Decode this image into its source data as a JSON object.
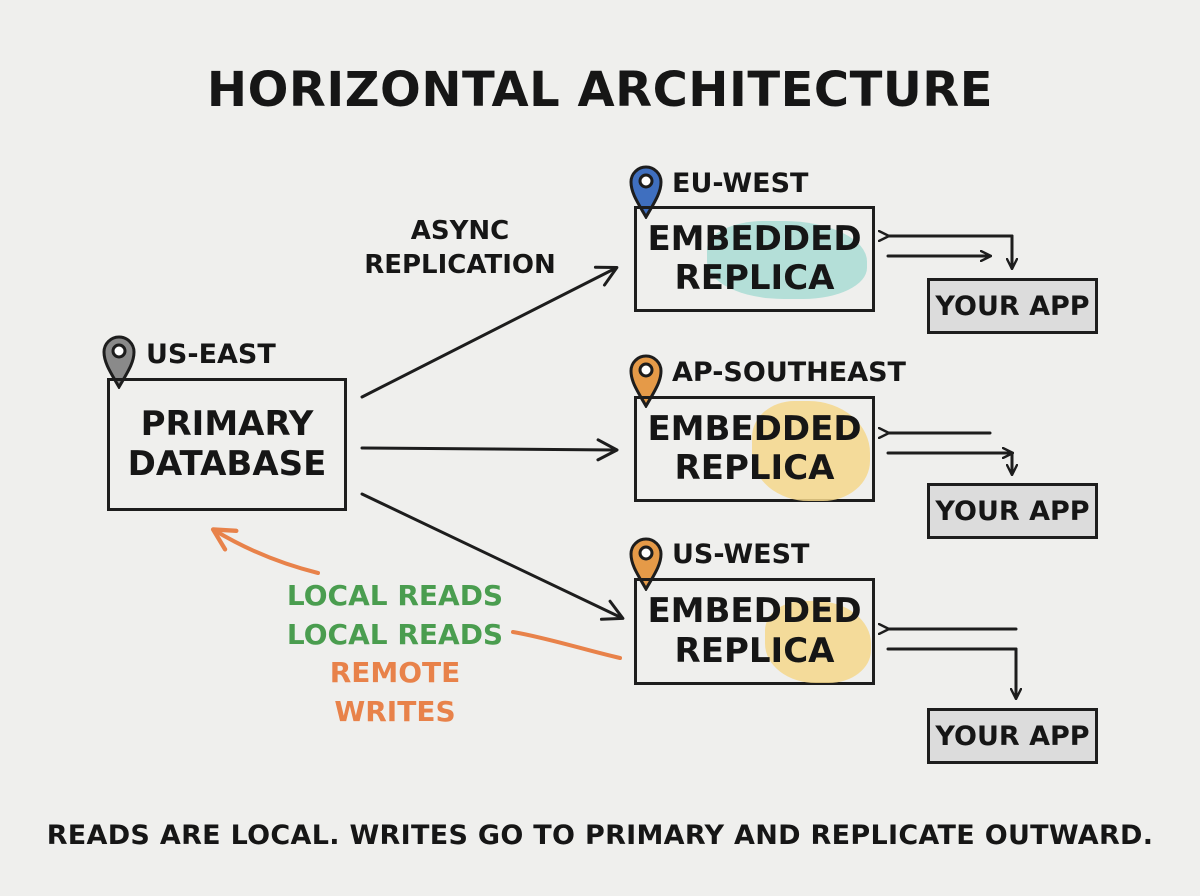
{
  "title": "HORIZONTAL ARCHITECTURE",
  "footer": "READS ARE LOCAL. WRITES GO TO PRIMARY AND REPLICATE OUTWARD.",
  "primary": {
    "region": "US-EAST",
    "line1": "PRIMARY",
    "line2": "DATABASE",
    "pin_color": "#8a8a8a"
  },
  "async_replication": {
    "line1": "ASYNC",
    "line2": "REPLICATION"
  },
  "replicas": [
    {
      "region": "EU-WEST",
      "line1": "EMBEDDED",
      "line2": "REPLICA",
      "pin_color": "#3f6fbf",
      "highlight_color": "#a9dcd3",
      "app_label": "YOUR APP"
    },
    {
      "region": "AP-SOUTHEAST",
      "line1": "EMBEDDED",
      "line2": "REPLICA",
      "pin_color": "#e59a48",
      "highlight_color": "#f4d78b",
      "app_label": "YOUR APP"
    },
    {
      "region": "US-WEST",
      "line1": "EMBEDDED",
      "line2": "REPLICA",
      "pin_color": "#e59a48",
      "highlight_color": "#f4d78b",
      "app_label": "YOUR APP"
    }
  ],
  "labels": {
    "local_reads_1": "LOCAL READS",
    "local_reads_2": "LOCAL READS",
    "remote_writes": "REMOTE WRITES"
  },
  "colors": {
    "local_reads": "#4a9d4f",
    "remote_writes": "#e8824a",
    "ink": "#1d1d1d"
  }
}
